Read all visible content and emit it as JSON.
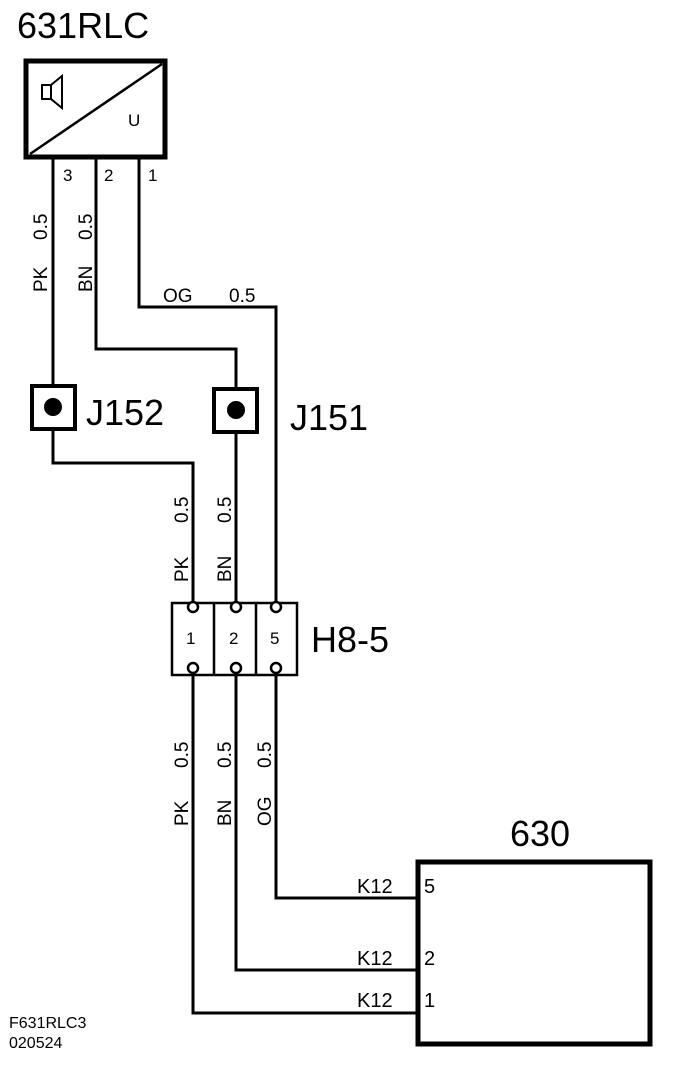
{
  "component_631": {
    "title": "631RLC",
    "inner_label": "U",
    "pins": [
      "3",
      "2",
      "1"
    ]
  },
  "wires_top": [
    {
      "color": "PK",
      "size": "0.5"
    },
    {
      "color": "BN",
      "size": "0.5"
    },
    {
      "color": "OG",
      "size": "0.5"
    }
  ],
  "junctions": [
    {
      "label": "J152"
    },
    {
      "label": "J151"
    }
  ],
  "wires_mid": [
    {
      "color": "PK",
      "size": "0.5"
    },
    {
      "color": "BN",
      "size": "0.5"
    }
  ],
  "connector": {
    "label": "H8-5",
    "pins": [
      "1",
      "2",
      "5"
    ]
  },
  "wires_bottom": [
    {
      "color": "PK",
      "size": "0.5"
    },
    {
      "color": "BN",
      "size": "0.5"
    },
    {
      "color": "OG",
      "size": "0.5"
    }
  ],
  "component_630": {
    "title": "630",
    "pins": [
      {
        "connector": "K12",
        "pin": "5"
      },
      {
        "connector": "K12",
        "pin": "2"
      },
      {
        "connector": "K12",
        "pin": "1"
      }
    ]
  },
  "footer": {
    "line1": "F631RLC3",
    "line2": "020524"
  }
}
